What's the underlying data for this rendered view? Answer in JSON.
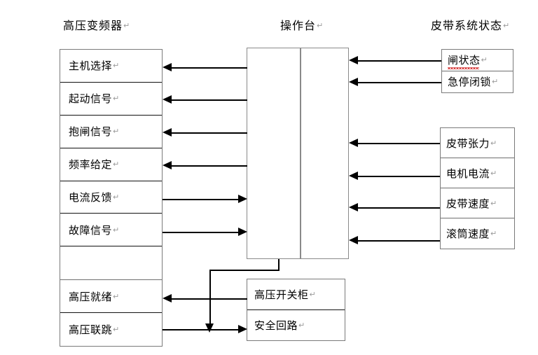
{
  "diagram": {
    "headers": [
      {
        "label": "高压变频器",
        "mark": "↵"
      },
      {
        "label": "操作台",
        "mark": "↵"
      },
      {
        "label": "皮带系统状态",
        "mark": "↵"
      }
    ],
    "inverter_signals": [
      {
        "label": "主机选择",
        "mark": "↵",
        "direction": "from-console"
      },
      {
        "label": "起动信号",
        "mark": "↵",
        "direction": "from-console"
      },
      {
        "label": "抱闸信号",
        "mark": "↵",
        "direction": "from-console"
      },
      {
        "label": "频率给定",
        "mark": "↵",
        "direction": "from-console"
      },
      {
        "label": "电流反馈",
        "mark": "↵",
        "direction": "to-console"
      },
      {
        "label": "故障信号",
        "mark": "↵",
        "direction": "to-console"
      },
      {
        "label": "",
        "mark": "",
        "direction": "none"
      },
      {
        "label": "高压就绪",
        "mark": "↵",
        "direction": "from-switchgear"
      },
      {
        "label": "高压联跳",
        "mark": "↵",
        "direction": "to-safety-loop"
      }
    ],
    "belt_status_upper": [
      {
        "label": "闸状态",
        "mark": "↵",
        "misspelled": true,
        "direction": "to-console"
      },
      {
        "label": "急停闭锁",
        "mark": "↵",
        "misspelled": false,
        "direction": "to-console"
      }
    ],
    "belt_status_lower": [
      {
        "label": "皮带张力",
        "mark": "↵",
        "direction": "to-console"
      },
      {
        "label": "电机电流",
        "mark": "↵",
        "direction": "to-console"
      },
      {
        "label": "皮带速度",
        "mark": "↵",
        "direction": "to-console"
      },
      {
        "label": "滚筒速度",
        "mark": "↵",
        "direction": "to-console"
      }
    ],
    "bottom_blocks": [
      {
        "label": "高压开关柜",
        "mark": "↵"
      },
      {
        "label": "安全回路",
        "mark": "↵"
      }
    ],
    "colors": {
      "line": "#000000",
      "box_border": "#7a7a7a",
      "text": "#000000",
      "background": "#ffffff",
      "spellcheck_underline": "#d42c2c"
    }
  }
}
